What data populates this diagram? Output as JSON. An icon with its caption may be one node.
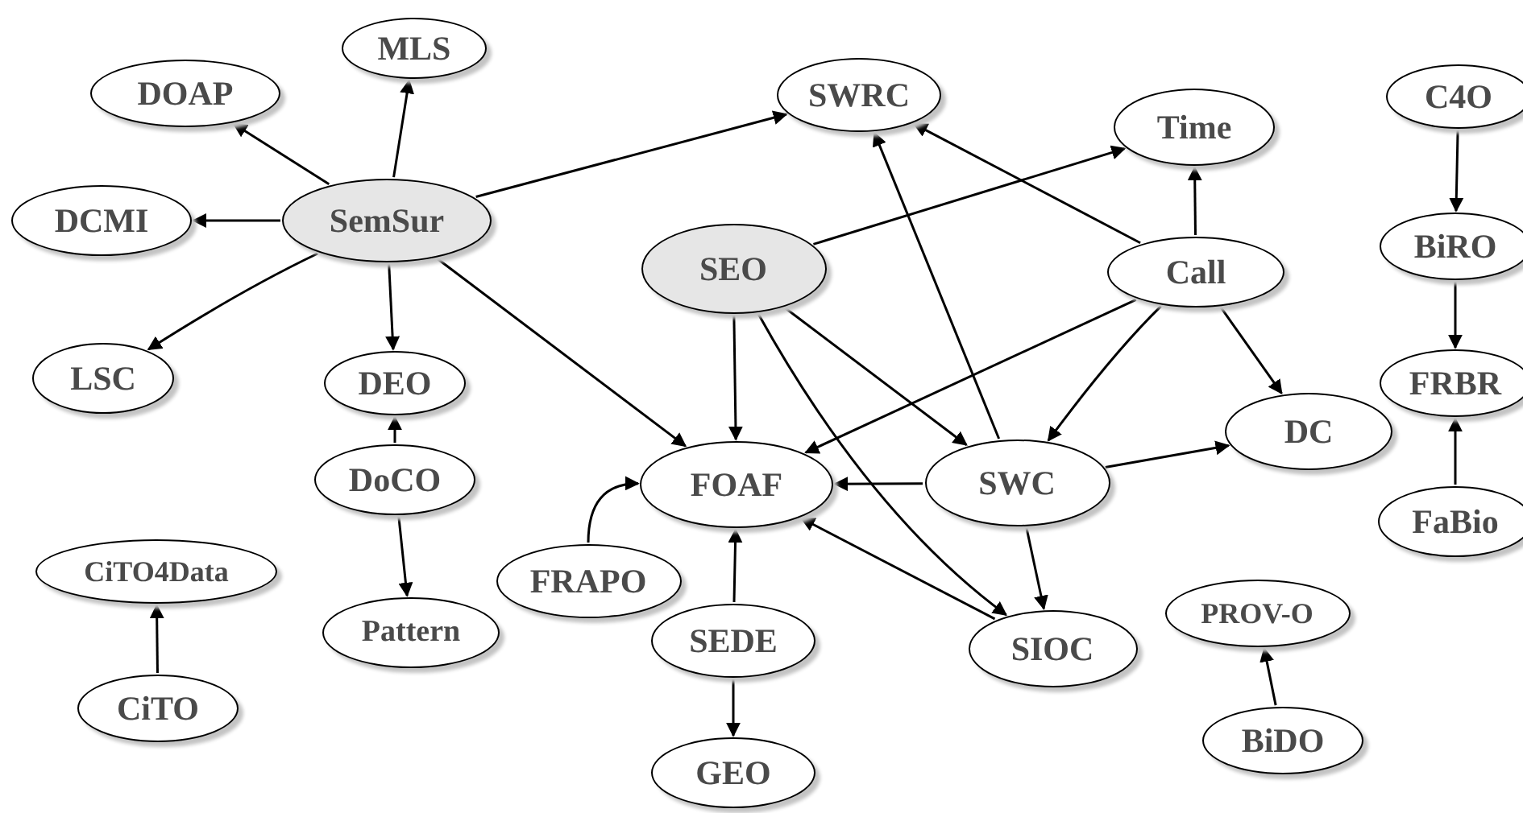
{
  "diagram": {
    "nodes": [
      {
        "text": [
          "MLS"
        ]
      },
      {
        "text": [
          "DOAP"
        ]
      },
      {
        "text": [
          "SWRC"
        ]
      },
      {
        "text": [
          "C4O"
        ]
      },
      {
        "text": [
          "Time"
        ]
      },
      {
        "text": [
          "DCMI"
        ]
      },
      {
        "text": [
          "SemSur"
        ]
      },
      {
        "text": [
          "SEO"
        ]
      },
      {
        "text": [
          "Call"
        ]
      },
      {
        "text": [
          "BiRO"
        ]
      },
      {
        "text": [
          "DEO"
        ]
      },
      {
        "text": [
          "LSC"
        ]
      },
      {
        "text": [
          "FRBR"
        ]
      },
      {
        "text": [
          "DC"
        ]
      },
      {
        "text": [
          "DoCO"
        ]
      },
      {
        "text": [
          "FOAF"
        ]
      },
      {
        "text": [
          "SWC"
        ]
      },
      {
        "text": [
          "FRAPO"
        ]
      },
      {
        "text": [
          "FaBio"
        ]
      },
      {
        "text": [
          "CiTO4Data"
        ]
      },
      {
        "text": [
          "SEDE"
        ]
      },
      {
        "text": [
          "SIOC"
        ]
      },
      {
        "text": [
          "PROV-O"
        ]
      },
      {
        "text": [
          "Pattern"
        ]
      },
      {
        "text": [
          "CiTO"
        ]
      },
      {
        "text": [
          "BiDO"
        ]
      },
      {
        "text": [
          "GEO"
        ]
      }
    ],
    "edges": [
      {
        "from": 6,
        "to": 0,
        "arrow": "to"
      },
      {
        "from": 6,
        "to": 1,
        "arrow": "to"
      },
      {
        "from": 6,
        "to": 5,
        "arrow": "to"
      },
      {
        "from": 6,
        "to": 11,
        "arrow": "to"
      },
      {
        "from": 6,
        "to": 10,
        "arrow": "to"
      },
      {
        "from": 6,
        "to": 2,
        "arrow": "to"
      },
      {
        "from": 6,
        "to": 15,
        "arrow": "to"
      },
      {
        "from": 14,
        "to": 10,
        "arrow": "to"
      },
      {
        "from": 14,
        "to": 23,
        "arrow": "to"
      },
      {
        "from": 24,
        "to": 19,
        "arrow": "to"
      },
      {
        "from": 7,
        "to": 4,
        "arrow": "to"
      },
      {
        "from": 7,
        "to": 15,
        "arrow": "to"
      },
      {
        "from": 7,
        "to": 16,
        "arrow": "to"
      },
      {
        "from": 7,
        "to": 21,
        "arrow": "to"
      },
      {
        "from": 8,
        "to": 2,
        "arrow": "to"
      },
      {
        "from": 8,
        "to": 4,
        "arrow": "to"
      },
      {
        "from": 8,
        "to": 15,
        "arrow": "to"
      },
      {
        "from": 8,
        "to": 16,
        "arrow": "to"
      },
      {
        "from": 8,
        "to": 13,
        "arrow": "to"
      },
      {
        "from": 16,
        "to": 2,
        "arrow": "to"
      },
      {
        "from": 16,
        "to": 15,
        "arrow": "to"
      },
      {
        "from": 16,
        "to": 21,
        "arrow": "to"
      },
      {
        "from": 16,
        "to": 13,
        "arrow": "to"
      },
      {
        "from": 21,
        "to": 15,
        "arrow": "to"
      },
      {
        "from": 17,
        "to": 15,
        "arrow": "to"
      },
      {
        "from": 20,
        "to": 15,
        "arrow": "to"
      },
      {
        "from": 20,
        "to": 26,
        "arrow": "to"
      },
      {
        "from": 25,
        "to": 22,
        "arrow": "to"
      },
      {
        "from": 3,
        "to": 9,
        "arrow": "to"
      },
      {
        "from": 9,
        "to": 12,
        "arrow": "to"
      },
      {
        "from": 18,
        "to": 12,
        "arrow": "to"
      }
    ]
  }
}
